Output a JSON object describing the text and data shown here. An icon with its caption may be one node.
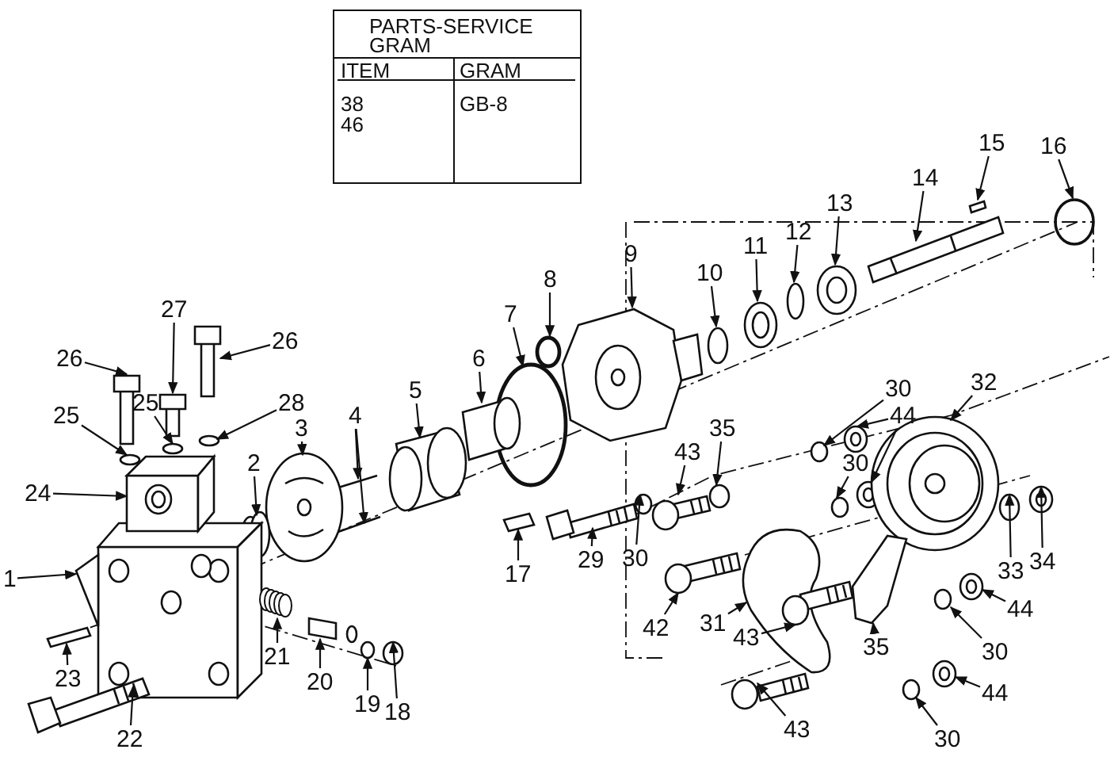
{
  "diagram": {
    "nodes": [
      {
        "text": [
          "16"
        ]
      },
      {
        "text": [
          "15"
        ]
      },
      {
        "text": [
          "14"
        ]
      },
      {
        "text": [
          "13"
        ]
      },
      {
        "text": [
          "12"
        ]
      },
      {
        "text": [
          "11"
        ]
      },
      {
        "text": [
          "10"
        ]
      },
      {
        "text": [
          "9"
        ]
      },
      {
        "text": [
          "8"
        ]
      },
      {
        "text": [
          "7"
        ]
      },
      {
        "text": [
          "6"
        ]
      },
      {
        "text": [
          "5"
        ]
      },
      {
        "text": [
          "4"
        ]
      },
      {
        "text": [
          "3"
        ]
      },
      {
        "text": [
          "2"
        ]
      },
      {
        "text": [
          "17"
        ]
      },
      {
        "text": [
          "1"
        ]
      },
      {
        "text": [
          "24"
        ]
      },
      {
        "text": [
          "25"
        ]
      },
      {
        "text": [
          "26"
        ]
      },
      {
        "text": [
          "27"
        ]
      },
      {
        "text": [
          "25"
        ]
      },
      {
        "text": [
          "26"
        ]
      },
      {
        "text": [
          "28"
        ]
      },
      {
        "text": [
          "23"
        ]
      },
      {
        "text": [
          "22"
        ]
      },
      {
        "text": [
          "21"
        ]
      },
      {
        "text": [
          "20"
        ]
      },
      {
        "text": [
          "19"
        ]
      },
      {
        "text": [
          "18"
        ]
      },
      {
        "text": [
          "29"
        ]
      },
      {
        "text": [
          "30"
        ]
      },
      {
        "text": [
          "43"
        ]
      },
      {
        "text": [
          "35"
        ]
      },
      {
        "text": [
          "30"
        ]
      },
      {
        "text": [
          "44"
        ]
      },
      {
        "text": [
          "30"
        ]
      },
      {
        "text": [
          "32"
        ]
      },
      {
        "text": [
          "33"
        ]
      },
      {
        "text": [
          "34"
        ]
      },
      {
        "text": [
          "42"
        ]
      },
      {
        "text": [
          "31"
        ]
      },
      {
        "text": [
          "43"
        ]
      },
      {
        "text": [
          "35"
        ]
      },
      {
        "text": [
          "44"
        ]
      },
      {
        "text": [
          "30"
        ]
      },
      {
        "text": [
          "44"
        ]
      },
      {
        "text": [
          "30"
        ]
      },
      {
        "text": [
          "43"
        ]
      },
      {
        "text": [],
        "shape": "circle"
      },
      {
        "text": [],
        "shape": "box"
      },
      {
        "text": [],
        "shape": "picture"
      },
      {
        "text": [],
        "shape": "picture"
      },
      {
        "text": [],
        "shape": "circle"
      },
      {
        "text": [],
        "shape": "picture"
      },
      {
        "text": [],
        "shape": "circle"
      },
      {
        "text": [],
        "shape": "picture"
      },
      {
        "text": [],
        "shape": "circle"
      },
      {
        "text": [],
        "shape": "circle"
      },
      {
        "text": [],
        "shape": "picture"
      },
      {
        "text": [],
        "shape": "picture"
      },
      {
        "text": [],
        "shape": "picture"
      },
      {
        "text": [],
        "shape": "picture"
      },
      {
        "text": [],
        "shape": "picture"
      },
      {
        "text": [],
        "shape": "circle"
      },
      {
        "text": [],
        "shape": "box"
      },
      {
        "text": [],
        "shape": "picture"
      },
      {
        "text": [],
        "shape": "picture"
      },
      {
        "text": [],
        "shape": "circle"
      },
      {
        "text": [],
        "shape": "picture"
      },
      {
        "text": [],
        "shape": "picture"
      },
      {
        "text": [],
        "shape": "circle"
      },
      {
        "text": [],
        "shape": "picture"
      },
      {
        "text": [],
        "shape": "circle"
      },
      {
        "text": [],
        "shape": "box"
      },
      {
        "text": [],
        "shape": "picture"
      },
      {
        "text": [],
        "shape": "picture"
      },
      {
        "text": [],
        "shape": "picture"
      },
      {
        "text": [],
        "shape": "circle"
      },
      {
        "text": [],
        "shape": "circle"
      },
      {
        "text": [],
        "shape": "picture"
      },
      {
        "text": [],
        "shape": "circle"
      },
      {
        "text": [],
        "shape": "picture"
      },
      {
        "text": [],
        "shape": "circle"
      },
      {
        "text": [],
        "shape": "circle"
      },
      {
        "text": [],
        "shape": "picture"
      },
      {
        "text": [],
        "shape": "picture"
      },
      {
        "text": [],
        "shape": "circle"
      },
      {
        "text": [],
        "shape": "picture"
      },
      {
        "text": [],
        "shape": "circle"
      },
      {
        "text": [],
        "shape": "picture"
      },
      {
        "text": [],
        "shape": "picture"
      },
      {
        "text": [],
        "shape": "picture"
      },
      {
        "text": [],
        "shape": "picture"
      },
      {
        "text": [],
        "shape": "picture"
      },
      {
        "text": [],
        "shape": "picture"
      },
      {
        "text": [],
        "shape": "circle"
      },
      {
        "text": [],
        "shape": "picture"
      },
      {
        "text": [],
        "shape": "circle"
      },
      {
        "text": [],
        "shape": "picture"
      }
    ],
    "edges": [
      {
        "from": 0,
        "to": 49,
        "arrow": "to"
      },
      {
        "from": 1,
        "to": 50,
        "arrow": "to"
      },
      {
        "from": 2,
        "to": 51,
        "arrow": "to"
      },
      {
        "from": 3,
        "to": 52,
        "arrow": "to"
      },
      {
        "from": 4,
        "to": 53,
        "arrow": "to"
      },
      {
        "from": 5,
        "to": 54,
        "arrow": "to"
      },
      {
        "from": 6,
        "to": 55,
        "arrow": "to"
      },
      {
        "from": 7,
        "to": 56,
        "arrow": "to"
      },
      {
        "from": 8,
        "to": 57,
        "arrow": "to"
      },
      {
        "from": 9,
        "to": 58,
        "arrow": "to"
      },
      {
        "from": 10,
        "to": 59,
        "arrow": "to"
      },
      {
        "from": 11,
        "to": 60,
        "arrow": "to"
      },
      {
        "from": 12,
        "to": 61,
        "arrow": "to"
      },
      {
        "from": 12,
        "to": 62,
        "arrow": "to"
      },
      {
        "from": 13,
        "to": 63,
        "arrow": "to"
      },
      {
        "from": 14,
        "to": 64,
        "arrow": "to"
      },
      {
        "from": 15,
        "to": 65,
        "arrow": "to"
      },
      {
        "from": 16,
        "to": 66,
        "arrow": "to"
      },
      {
        "from": 17,
        "to": 67,
        "arrow": "to"
      },
      {
        "from": 18,
        "to": 68,
        "arrow": "to"
      },
      {
        "from": 19,
        "to": 69,
        "arrow": "to"
      },
      {
        "from": 20,
        "to": 70,
        "arrow": "to"
      },
      {
        "from": 21,
        "to": 71,
        "arrow": "to"
      },
      {
        "from": 22,
        "to": 72,
        "arrow": "to"
      },
      {
        "from": 23,
        "to": 73,
        "arrow": "to"
      },
      {
        "from": 24,
        "to": 74,
        "arrow": "to"
      },
      {
        "from": 25,
        "to": 75,
        "arrow": "to"
      },
      {
        "from": 26,
        "to": 76,
        "arrow": "to"
      },
      {
        "from": 27,
        "to": 77,
        "arrow": "to"
      },
      {
        "from": 28,
        "to": 78,
        "arrow": "to"
      },
      {
        "from": 29,
        "to": 79,
        "arrow": "to"
      },
      {
        "from": 30,
        "to": 80,
        "arrow": "to"
      },
      {
        "from": 31,
        "to": 81,
        "arrow": "to"
      },
      {
        "from": 32,
        "to": 82,
        "arrow": "to"
      },
      {
        "from": 33,
        "to": 83,
        "arrow": "to"
      },
      {
        "from": 34,
        "to": 84,
        "arrow": "to"
      },
      {
        "from": 35,
        "to": 85,
        "arrow": "to"
      },
      {
        "from": 35,
        "to": 86,
        "arrow": "to"
      },
      {
        "from": 36,
        "to": 87,
        "arrow": "to"
      },
      {
        "from": 37,
        "to": 88,
        "arrow": "to"
      },
      {
        "from": 38,
        "to": 89,
        "arrow": "to"
      },
      {
        "from": 39,
        "to": 90,
        "arrow": "to"
      },
      {
        "from": 40,
        "to": 91,
        "arrow": "to"
      },
      {
        "from": 41,
        "to": 92,
        "arrow": "to"
      },
      {
        "from": 42,
        "to": 93,
        "arrow": "to"
      },
      {
        "from": 43,
        "to": 94,
        "arrow": "to"
      },
      {
        "from": 44,
        "to": 95,
        "arrow": "to"
      },
      {
        "from": 45,
        "to": 96,
        "arrow": "to"
      },
      {
        "from": 46,
        "to": 97,
        "arrow": "to"
      },
      {
        "from": 47,
        "to": 98,
        "arrow": "to"
      },
      {
        "from": 48,
        "to": 99,
        "arrow": "to"
      }
    ],
    "labels": [
      "PARTS-SERVICE GRAM",
      "ITEM",
      "GRAM",
      "38",
      "GB-8",
      "46"
    ]
  }
}
